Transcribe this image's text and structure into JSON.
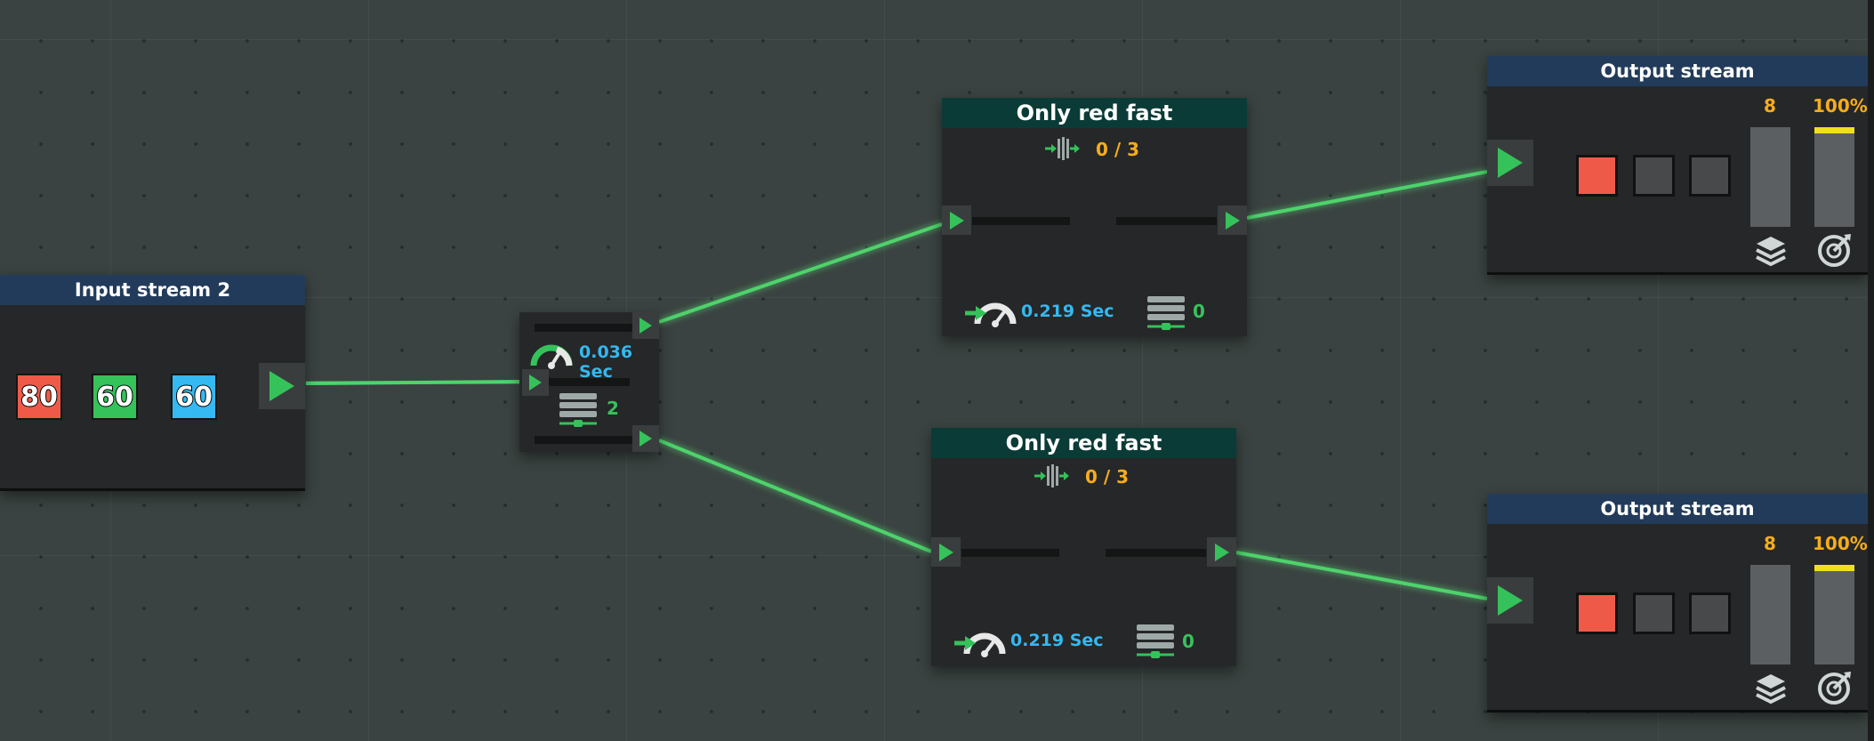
{
  "input_node": {
    "title": "Input stream 2",
    "chips": [
      {
        "value": "80",
        "color": "#ef5a48"
      },
      {
        "value": "60",
        "color": "#35c25a"
      },
      {
        "value": "60",
        "color": "#34b9f2"
      }
    ]
  },
  "splitter_node": {
    "time": "0.036 Sec",
    "queue": "2"
  },
  "filter_nodes": [
    {
      "title": "Only red fast",
      "counter": "0 / 3",
      "time": "0.219 Sec",
      "queue": "0"
    },
    {
      "title": "Only red fast",
      "counter": "0 / 3",
      "time": "0.219 Sec",
      "queue": "0"
    }
  ],
  "output_nodes": [
    {
      "title": "Output stream",
      "count": "8",
      "percent": "100%",
      "progress": 1.0,
      "slot_colors": [
        "#ef5a48",
        "#48494b",
        "#48494b"
      ]
    },
    {
      "title": "Output stream",
      "count": "8",
      "percent": "100%",
      "progress": 1.0,
      "slot_colors": [
        "#ef5a48",
        "#48494b",
        "#48494b"
      ]
    }
  ],
  "colors": {
    "wire": "#4ed36b",
    "accent_green": "#35c25a",
    "time_text": "#35b8f0",
    "counter_text": "#f5ad1c",
    "progress_fill": "#f0e01c"
  },
  "icons": [
    "play-icon",
    "speedometer-icon",
    "queue-stack-icon",
    "arrow-barrier-icon",
    "layers-icon",
    "target-icon"
  ]
}
